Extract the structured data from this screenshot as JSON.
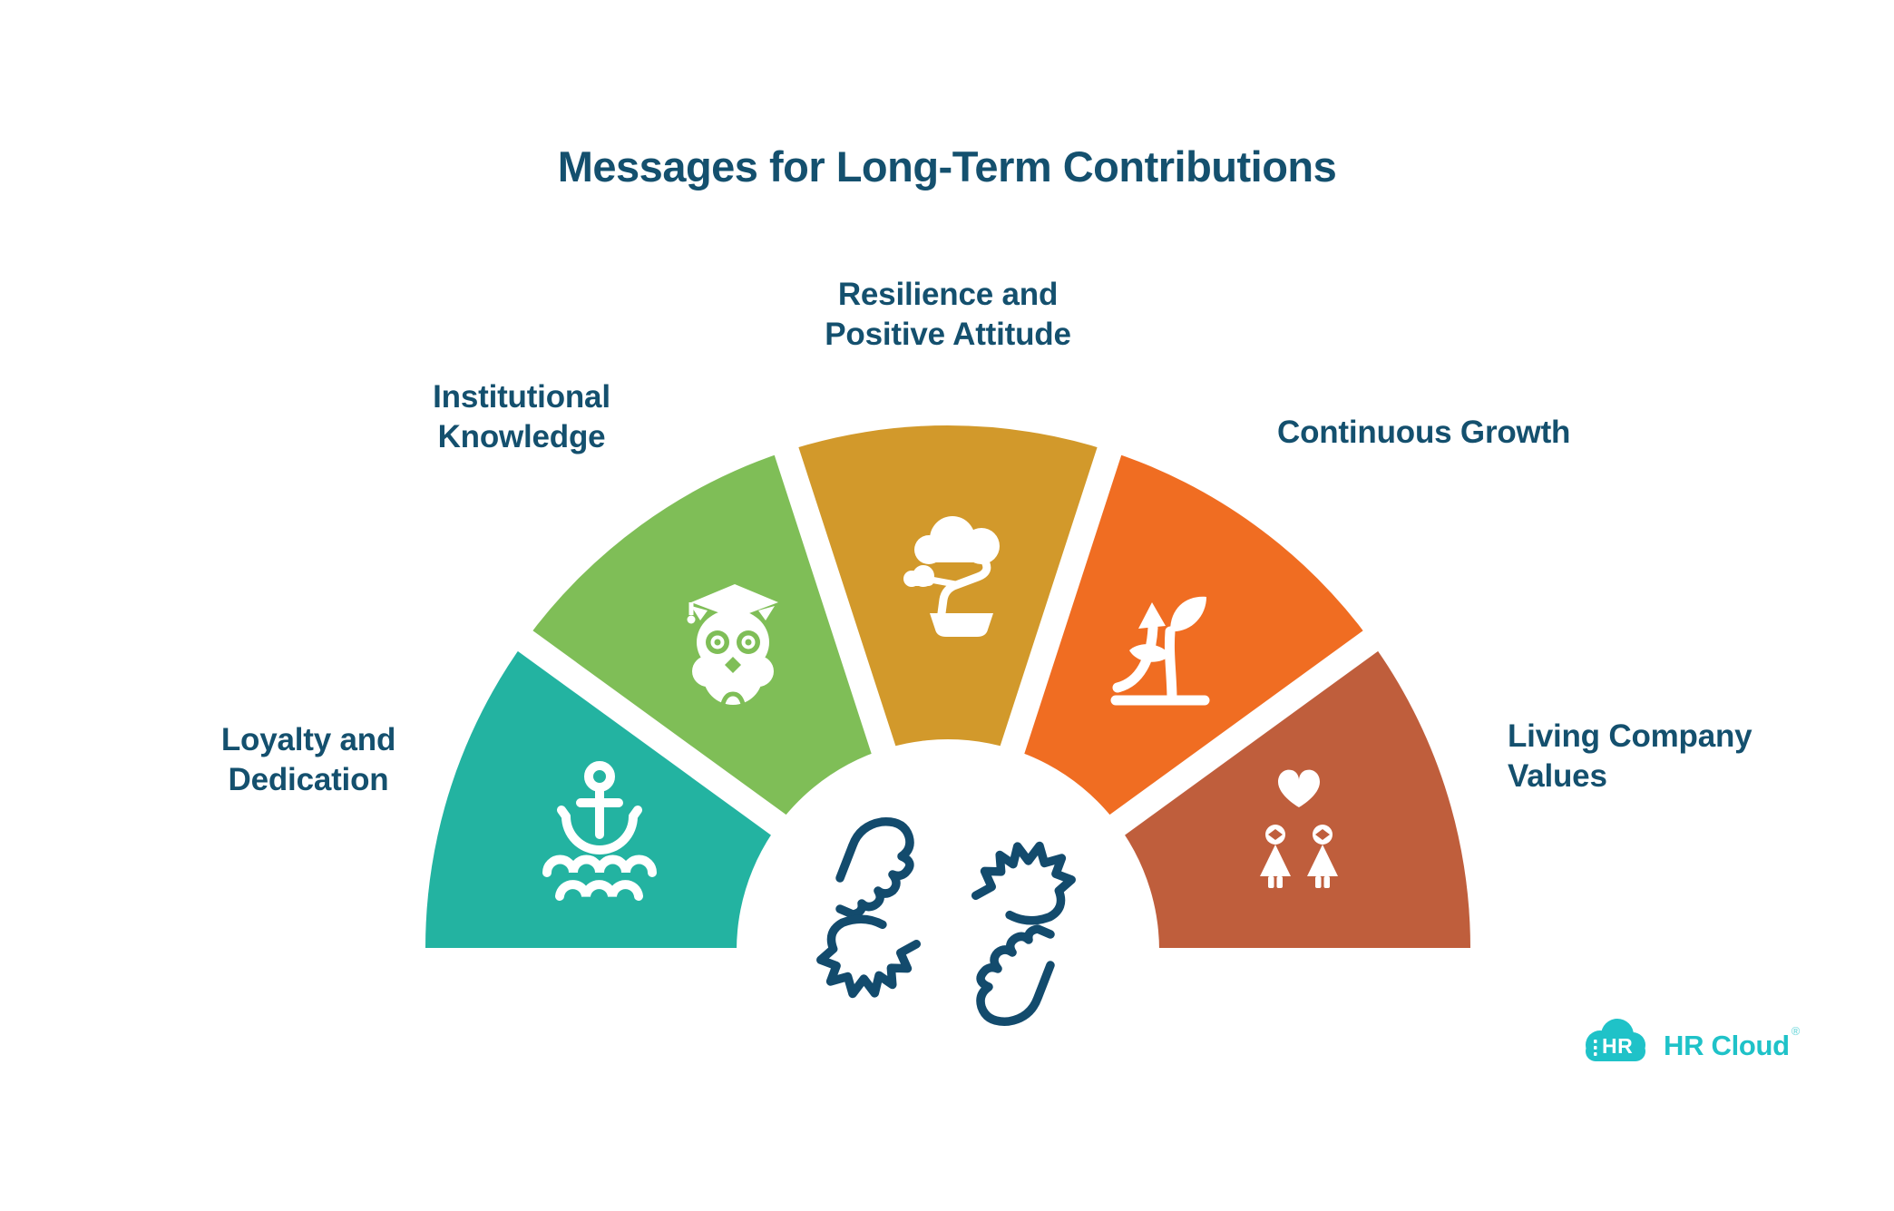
{
  "title": "Messages for Long-Term Contributions",
  "colors": {
    "background": "#FFFFFF",
    "text_navy": "#14506E",
    "center_icon_navy": "#134B6D",
    "brand_teal": "#1FC2C8"
  },
  "diagram": {
    "type": "semicircle-fan",
    "center_icon": "hands-together",
    "segments": [
      {
        "id": "loyalty",
        "lines": [
          "Loyalty and",
          "Dedication"
        ],
        "color": "#23B3A1",
        "icon": "anchor-waves"
      },
      {
        "id": "knowledge",
        "lines": [
          "Institutional",
          "Knowledge"
        ],
        "color": "#7FBE57",
        "icon": "graduate-owl"
      },
      {
        "id": "resilience",
        "lines": [
          "Resilience and",
          "Positive Attitude"
        ],
        "color": "#D2992B",
        "icon": "bonsai-tree"
      },
      {
        "id": "growth",
        "lines": [
          "Continuous Growth"
        ],
        "color": "#F06D22",
        "icon": "sprout-arrow"
      },
      {
        "id": "values",
        "lines": [
          "Living Company",
          "Values"
        ],
        "color": "#BF5E3C",
        "icon": "heart-people"
      }
    ]
  },
  "branding": {
    "badge": "HR",
    "name": "HR Cloud",
    "registered": "®"
  }
}
